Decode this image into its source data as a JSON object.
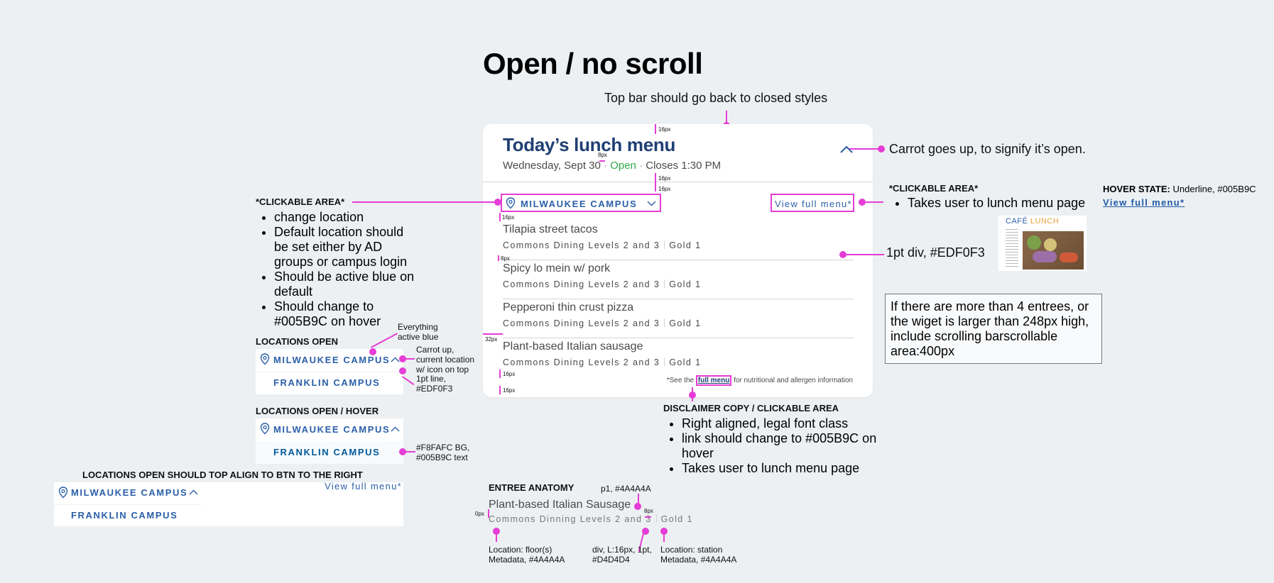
{
  "page": {
    "title": "Open / no scroll",
    "top_note": "Top bar should go back to closed styles",
    "carrot_note": "Carrot goes up, to signify it’s open."
  },
  "widget": {
    "title": "Today’s lunch menu",
    "date": "Wednesday, Sept 30",
    "status": "Open",
    "closes": "Closes 1:30 PM",
    "campus": "MILWAUKEE CAMPUS",
    "view_full_menu": "View full menu*",
    "entrees": [
      {
        "name": "Tilapia street tacos",
        "location": "Commons Dining Levels 2 and 3",
        "station": "Gold 1"
      },
      {
        "name": "Spicy lo mein w/ pork",
        "location": "Commons Dining Levels 2 and 3",
        "station": "Gold 1"
      },
      {
        "name": "Pepperoni thin crust pizza",
        "location": "Commons Dining Levels 2 and 3",
        "station": "Gold 1"
      },
      {
        "name": "Plant-based Italian sausage",
        "location": "Commons Dining Levels 2 and 3",
        "station": "Gold 1"
      }
    ],
    "disclaimer_pre": "*See the",
    "disclaimer_link": "full menu",
    "disclaimer_post": "for nutritional and allergen information"
  },
  "dims": {
    "d16": "16px",
    "d8": "8px",
    "d32": "32px",
    "d0": "0px"
  },
  "clickable_left": {
    "heading": "*CLICKABLE AREA*",
    "bullets": [
      "change location",
      "Default location should be set either by AD groups or campus login",
      "Should be active blue on default",
      "Should change to #005B9C on hover"
    ]
  },
  "clickable_right": {
    "heading": "*CLICKABLE AREA*",
    "bullets": [
      "Takes user to lunch menu page"
    ]
  },
  "hover_state": {
    "label": "HOVER STATE:",
    "text": "Underline, #005B9C",
    "link": "View full menu*"
  },
  "cafe": {
    "word1": "CAFÉ",
    "word2": "LUNCH"
  },
  "div_note": "1pt div, #EDF0F3",
  "scroll_note": "If there are more than 4 entrees, or the wiget is larger than 248px high, include scrolling barscrollable area:400px",
  "locations_open": {
    "heading": "LOCATIONS OPEN",
    "item1": "MILWAUKEE CAMPUS",
    "item2": "FRANKLIN CAMPUS",
    "note_blue": "Everything active blue",
    "note_carrot": "Carrot up, current location w/ icon on top",
    "note_line": "1pt line, #EDF0F3"
  },
  "locations_hover": {
    "heading": "LOCATIONS OPEN / HOVER",
    "item1": "MILWAUKEE CAMPUS",
    "item2": "FRANKLIN CAMPUS",
    "note": "#F8FAFC BG, #005B9C text"
  },
  "locations_align": {
    "heading": "LOCATIONS OPEN SHOULD TOP ALIGN TO BTN TO THE RIGHT",
    "item1": "MILWAUKEE CAMPUS",
    "item2": "FRANKLIN CAMPUS",
    "view": "View full menu*"
  },
  "disclaimer_note": {
    "heading": "DISCLAIMER COPY / CLICKABLE AREA",
    "bullets": [
      "Right aligned, legal font class",
      "link should change to #005B9C on hover",
      "Takes user to lunch menu page"
    ]
  },
  "anatomy": {
    "heading": "ENTREE ANATOMY",
    "p1_note": "p1, #4A4A4A",
    "name": "Plant-based Italian Sausage",
    "location": "Commons Dinning Levels 2 and 3",
    "station": "Gold 1",
    "note_floor": "Location: floor(s) Metadata, #4A4A4A",
    "note_div": "div, L:16px, 1pt, #D4D4D4",
    "note_station": "Location: station Metadata, #4A4A4A"
  },
  "colors": {
    "title_blue": "#1F3F73",
    "link_blue": "#2A5FA8",
    "open_green": "#2EAA4A",
    "annotation_pink": "#E53DD6",
    "bg": "#EDF0F3"
  }
}
